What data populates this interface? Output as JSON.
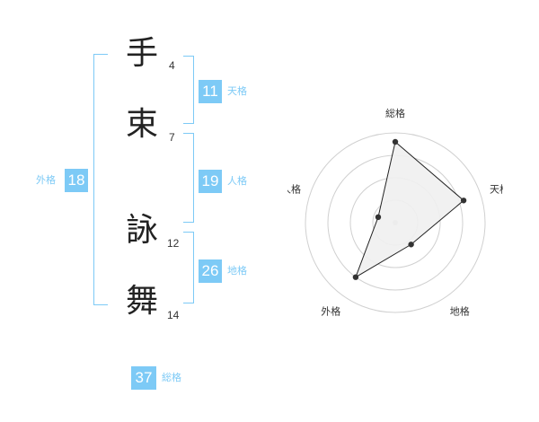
{
  "characters": [
    {
      "char": "手",
      "strokes": "4"
    },
    {
      "char": "束",
      "strokes": "7"
    },
    {
      "char": "詠",
      "strokes": "12"
    },
    {
      "char": "舞",
      "strokes": "14"
    }
  ],
  "kaku": {
    "tenkaku": {
      "value": "11",
      "label": "天格"
    },
    "jinkaku": {
      "value": "19",
      "label": "人格"
    },
    "chikaku": {
      "value": "26",
      "label": "地格"
    },
    "gaikaku": {
      "value": "18",
      "label": "外格"
    },
    "soukaku": {
      "value": "37",
      "label": "総格"
    }
  },
  "radar": {
    "axes": [
      "総格",
      "天格",
      "地格",
      "外格",
      "人格"
    ],
    "values": [
      0.9,
      0.8,
      0.3,
      0.75,
      0.2
    ],
    "rings": 4,
    "colors": {
      "fill": "#f0f0f0",
      "line": "#222222",
      "grid": "#d0d0d0",
      "point": "#333333"
    }
  },
  "chart_data": {
    "type": "radar",
    "categories": [
      "総格",
      "天格",
      "地格",
      "外格",
      "人格"
    ],
    "values": [
      0.9,
      0.8,
      0.3,
      0.75,
      0.2
    ]
  }
}
